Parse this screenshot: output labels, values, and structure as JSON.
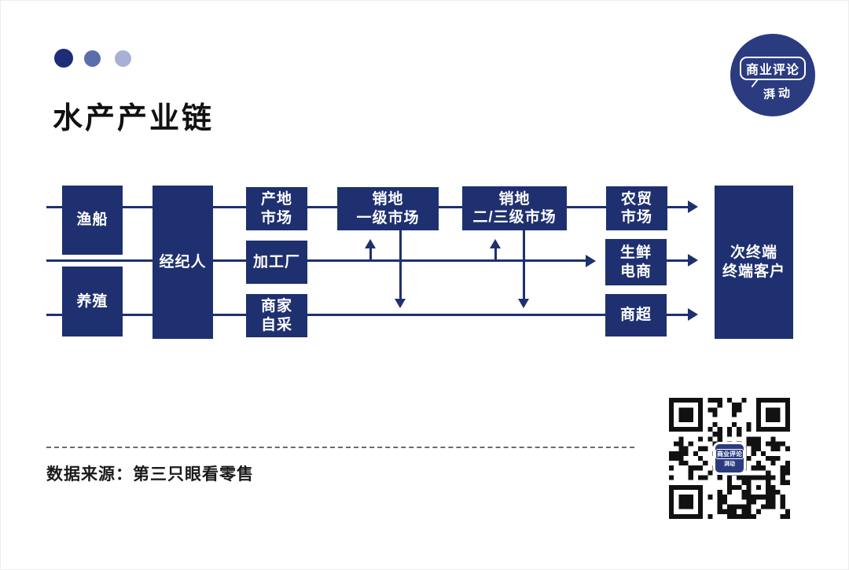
{
  "colors": {
    "navy": "#1e3070",
    "logo_navy": "#2b3b80",
    "dot1": "#1e2d78",
    "dot2": "#5b6dac",
    "dot3": "#a7b0d5",
    "qr_black": "#111111",
    "text_black": "#1a1a1a",
    "dash_gray": "#6b6b6b"
  },
  "header": {
    "title": "水产产业链"
  },
  "logo": {
    "name": "商业评论",
    "subname": "湃动"
  },
  "diagram": {
    "nodes": {
      "fishing_boat": {
        "label": "渔船"
      },
      "aquaculture": {
        "label": "养殖"
      },
      "broker": {
        "label": "经纪人"
      },
      "origin_market": {
        "label": "产地\n市场"
      },
      "processing_plant": {
        "label": "加工厂"
      },
      "merchant_self_procurement": {
        "label": "商家\n自采"
      },
      "destination_tier1_market": {
        "label": "销地\n一级市场"
      },
      "destination_tier23_market": {
        "label": "销地\n二/三级市场"
      },
      "farmers_market": {
        "label": "农贸\n市场"
      },
      "fresh_ecommerce": {
        "label": "生鲜\n电商"
      },
      "supermarket": {
        "label": "商超"
      },
      "terminal_customers": {
        "label": "次终端\n终端客户"
      }
    },
    "edges": [
      {
        "row": 1,
        "nodes": [
          "渔船",
          "经纪人",
          "产地市场",
          "销地一级市场",
          "销地二/三级市场",
          "农贸市场"
        ],
        "arrow_to": "次终端终端客户"
      },
      {
        "row": 2,
        "nodes": [
          "经纪人",
          "加工厂"
        ],
        "arrow_to": "生鲜电商"
      },
      {
        "row": 2,
        "nodes": [
          "生鲜电商"
        ],
        "arrow_to": "次终端终端客户"
      },
      {
        "row": 3,
        "nodes": [
          "养殖",
          "经纪人",
          "商家自采",
          "商超"
        ],
        "arrow_to": "次终端终端客户"
      },
      {
        "type": "vertical",
        "from": "row2",
        "to": "销地一级市场",
        "direction": "up"
      },
      {
        "type": "vertical",
        "from": "销地一级市场",
        "to": "row3",
        "direction": "down"
      },
      {
        "type": "vertical",
        "from": "row2",
        "to": "销地二/三级市场",
        "direction": "up"
      },
      {
        "type": "vertical",
        "from": "销地二/三级市场",
        "to": "row3",
        "direction": "down"
      }
    ]
  },
  "footer": {
    "source": "数据来源：第三只眼看零售"
  },
  "qr": {
    "center_label": "商业评论",
    "center_sublabel": "湃动"
  }
}
